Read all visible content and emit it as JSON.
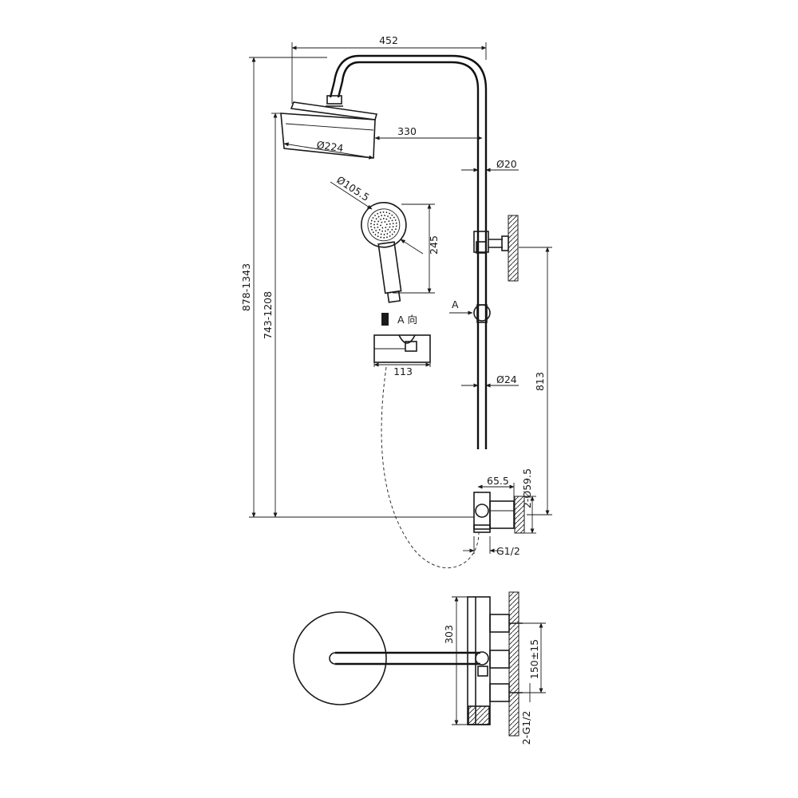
{
  "dimensions": {
    "overall_width": "452",
    "arm_length": "330",
    "head_diameter": "Ø224",
    "pipe_upper_diameter": "Ø20",
    "pipe_lower_diameter": "Ø24",
    "handset_diameter": "Ø105.5",
    "handset_length": "245",
    "holder_width": "113",
    "total_height": "878-1343",
    "head_height": "743-1208",
    "bracket_height": "813",
    "valve_offset": "65.5",
    "flange_diameter": "2-Ø59.5",
    "inlet_thread": "G1/2",
    "top_view_depth": "303",
    "inlet_spacing": "150±15",
    "inlet_threads": "2-G1/2"
  },
  "labels": {
    "view_marker": "A",
    "view_direction": "A 向"
  }
}
